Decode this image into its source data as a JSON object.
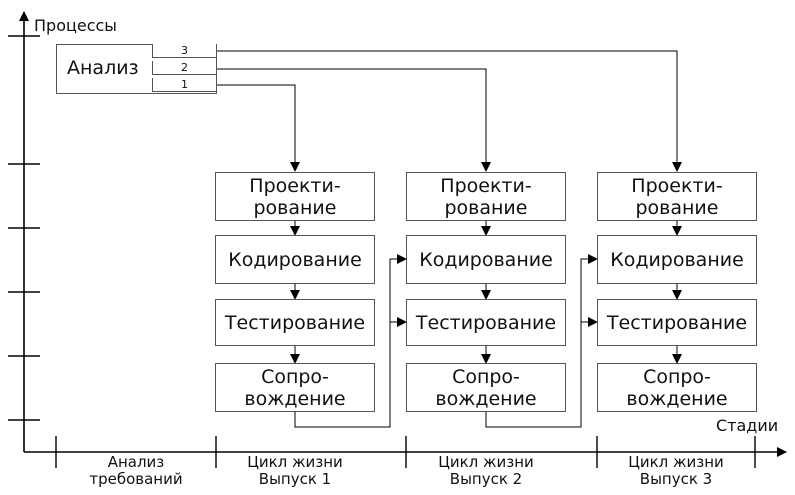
{
  "axes": {
    "y_label": "Процессы",
    "x_label": "Стадии"
  },
  "analysis": {
    "label": "Анализ",
    "versions": [
      "3",
      "2",
      "1"
    ]
  },
  "processes": {
    "design": [
      "Проекти-",
      "рование"
    ],
    "coding": "Кодирование",
    "testing": "Тестирование",
    "support": [
      "Сопро-",
      "вождение"
    ]
  },
  "stages": [
    [
      "Анализ",
      "требований"
    ],
    [
      "Цикл жизни",
      "Выпуск 1"
    ],
    [
      "Цикл жизни",
      "Выпуск 2"
    ],
    [
      "Цикл жизни",
      "Выпуск 3"
    ]
  ]
}
